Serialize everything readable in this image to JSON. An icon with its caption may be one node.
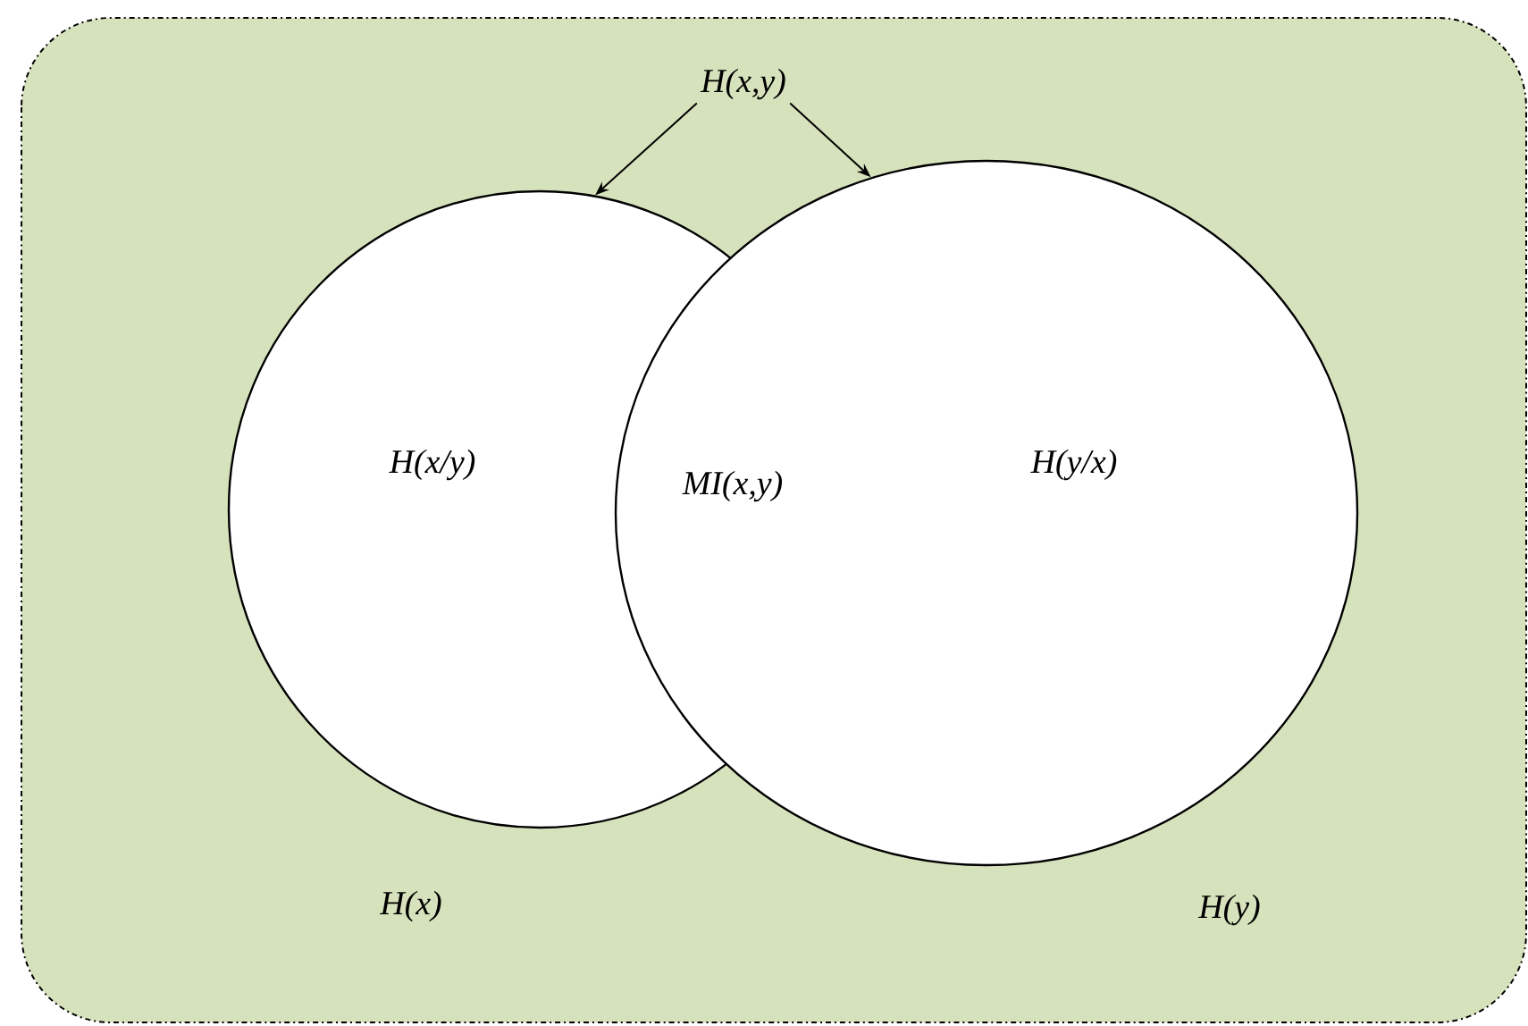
{
  "diagram": {
    "nodes": [
      {
        "text": [
          "H(x,y)"
        ]
      },
      {
        "text": [
          "H(x/y)"
        ],
        "beside": [
          "H(x)"
        ]
      },
      {
        "text": [
          "H(y/x)"
        ],
        "beside": [
          "H(y)"
        ]
      }
    ],
    "edges": [
      {
        "from": 0,
        "to": 1,
        "arrow": "to"
      },
      {
        "from": 0,
        "to": 2,
        "arrow": "to"
      }
    ],
    "labels": [
      "MI(x,y)"
    ]
  }
}
